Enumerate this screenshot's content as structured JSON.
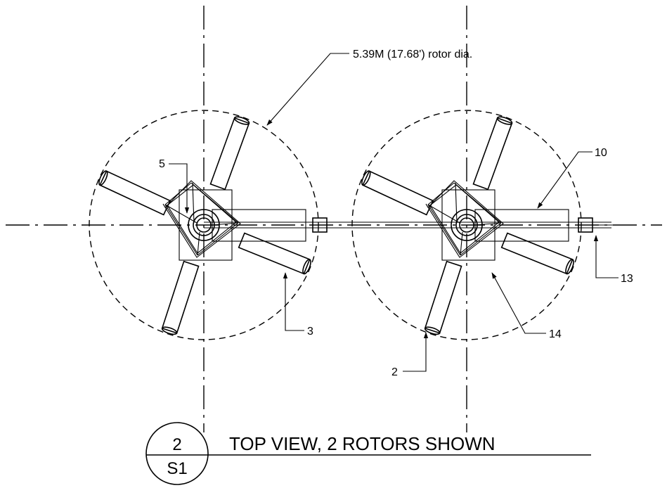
{
  "drawing": {
    "rotor_dia_note": "5.39M (17.68') rotor dia.",
    "callouts": {
      "c5": "5",
      "c10": "10",
      "c13": "13",
      "c3": "3",
      "c14": "14",
      "c2": "2"
    },
    "title_block": {
      "detail_number": "2",
      "sheet": "S1",
      "title": "TOP VIEW, 2 ROTORS SHOWN"
    }
  }
}
